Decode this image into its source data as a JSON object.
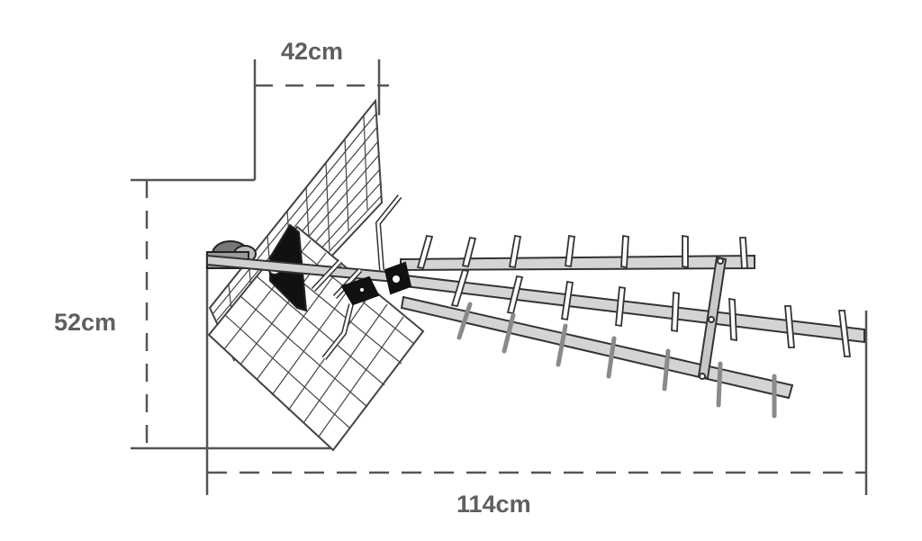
{
  "dimensions": {
    "width": "42cm",
    "height": "52cm",
    "length": "114cm"
  },
  "colors": {
    "line": "#4a4a4a",
    "dim_line": "#555555",
    "label": "#5f5f5f",
    "element_fill": "#ffffff",
    "bracket_fill": "#111111",
    "boom_fill": "#cfcfcf",
    "lower_element": "#9a9a9a"
  },
  "icons": [
    "uhf-antenna-illustration"
  ]
}
